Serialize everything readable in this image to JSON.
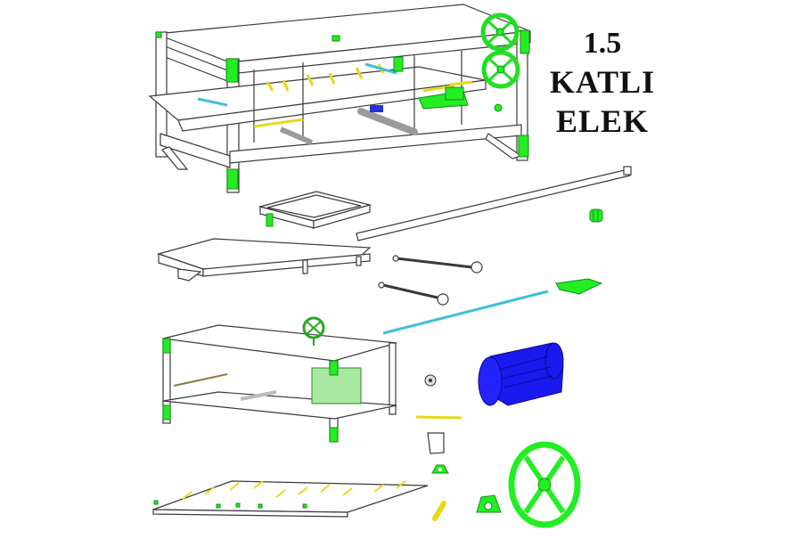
{
  "title": {
    "line1": "1.5",
    "line2": "KATLI",
    "line3": "ELEK"
  },
  "colors": {
    "frame_stroke": "#3a3a3a",
    "green_part": "#22ee22",
    "motor_blue": "#1a1aee",
    "yellow_link": "#e8d818",
    "cyan_shaft": "#3fc0d8",
    "background": "#ffffff"
  },
  "parts": [
    {
      "id": "assembled-machine",
      "label": "Assembled sieve machine"
    },
    {
      "id": "small-sieve-tray",
      "label": "Small sieve tray"
    },
    {
      "id": "sieve-frame",
      "label": "Sieve frame"
    },
    {
      "id": "long-shaft",
      "label": "Long shaft"
    },
    {
      "id": "spring",
      "label": "Spring"
    },
    {
      "id": "connecting-rod-1",
      "label": "Connecting rod"
    },
    {
      "id": "connecting-rod-2",
      "label": "Connecting rod"
    },
    {
      "id": "bracket",
      "label": "Green bracket"
    },
    {
      "id": "cyan-rod",
      "label": "Thin shaft"
    },
    {
      "id": "chassis-frame",
      "label": "Chassis frame with handwheel"
    },
    {
      "id": "electric-motor",
      "label": "Electric motor"
    },
    {
      "id": "washer",
      "label": "Washer"
    },
    {
      "id": "yellow-link",
      "label": "Yellow link"
    },
    {
      "id": "cover-plate",
      "label": "Cover plate"
    },
    {
      "id": "bearing-small",
      "label": "Pillow block bearing"
    },
    {
      "id": "bearing-large",
      "label": "Pillow block bearing"
    },
    {
      "id": "yellow-lever",
      "label": "Lever arm"
    },
    {
      "id": "pulley-wheel",
      "label": "Pulley wheel"
    },
    {
      "id": "flat-sieve-grid",
      "label": "Flat sieve grid with brushes"
    }
  ]
}
